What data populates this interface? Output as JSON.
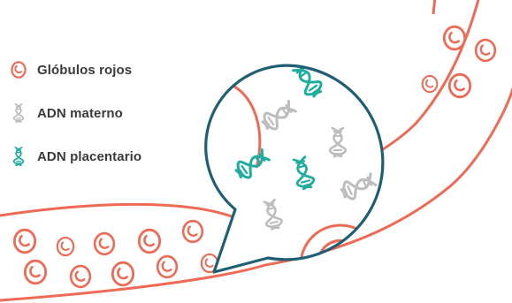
{
  "legend": {
    "items": [
      {
        "key": "rbc",
        "label": "Glóbulos rojos",
        "icon": "red-blood-cell-icon",
        "color": "#EF6A55"
      },
      {
        "key": "maternal",
        "label": "ADN materno",
        "icon": "dna-helix-icon",
        "color": "#BDBDBD"
      },
      {
        "key": "placental",
        "label": "ADN placentario",
        "icon": "dna-helix-icon",
        "color": "#1FAD9F"
      }
    ]
  },
  "colors": {
    "vessel": "#EF6A55",
    "bubble_stroke": "#1F5F73",
    "maternal_dna": "#BDBDBD",
    "placental_dna": "#1FAD9F"
  }
}
